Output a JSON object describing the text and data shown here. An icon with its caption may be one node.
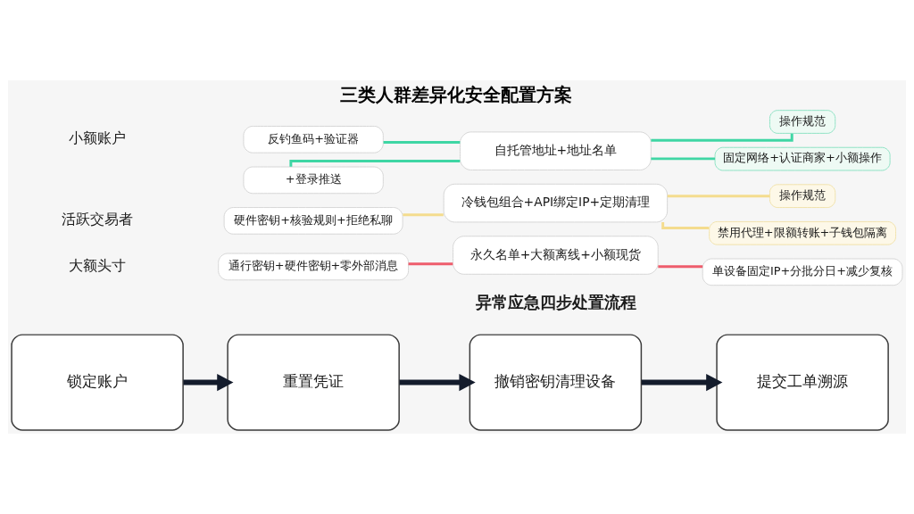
{
  "diagram": {
    "title": "三类人群差异化安全配置方案",
    "nodes": [
      {
        "text": [
          "反钓鱼码+验证器"
        ]
      },
      {
        "text": [
          "+登录推送"
        ]
      },
      {
        "text": [
          "自托管地址+地址名单"
        ]
      },
      {
        "text": [
          "操作规范"
        ]
      },
      {
        "text": [
          "固定网络+认证商家+小额操作"
        ]
      },
      {
        "text": [
          "硬件密钥+核验规则+拒绝私聊"
        ]
      },
      {
        "text": [
          "冷钱包组合+API绑定IP+定期清理"
        ]
      },
      {
        "text": [
          "操作规范"
        ]
      },
      {
        "text": [
          "禁用代理+限额转账+子钱包隔离"
        ]
      },
      {
        "text": [
          "通行密钥+硬件密钥+零外部消息"
        ]
      },
      {
        "text": [
          "永久名单+大额离线+小额现货"
        ]
      },
      {
        "text": [
          "单设备固定IP+分批分日+减少复核"
        ]
      },
      {
        "text": [
          "锁定账户"
        ]
      },
      {
        "text": [
          "重置凭证"
        ]
      },
      {
        "text": [
          "撤销密钥清理设备"
        ]
      },
      {
        "text": [
          "提交工单溯源"
        ]
      }
    ],
    "edges": [
      {
        "from": 0,
        "to": 2,
        "arrow": "none",
        "color": "#3fd6a4"
      },
      {
        "from": 1,
        "to": 2,
        "arrow": "none",
        "color": "#3fd6a4"
      },
      {
        "from": 2,
        "to": 3,
        "arrow": "none",
        "color": "#3fd6a4"
      },
      {
        "from": 2,
        "to": 4,
        "arrow": "none",
        "color": "#3fd6a4"
      },
      {
        "from": 5,
        "to": 6,
        "arrow": "none",
        "color": "#f4dc8e"
      },
      {
        "from": 6,
        "to": 7,
        "arrow": "none",
        "color": "#f4dc8e"
      },
      {
        "from": 6,
        "to": 8,
        "arrow": "none",
        "color": "#f4dc8e"
      },
      {
        "from": 9,
        "to": 10,
        "arrow": "none",
        "color": "#ee5d6c"
      },
      {
        "from": 10,
        "to": 11,
        "arrow": "none",
        "color": "#ee5d6c"
      },
      {
        "from": 12,
        "to": 13,
        "arrow": "to",
        "style": "thick",
        "color": "#141c2c"
      },
      {
        "from": 13,
        "to": 14,
        "arrow": "to",
        "style": "thick",
        "color": "#141c2c"
      },
      {
        "from": 14,
        "to": 15,
        "arrow": "to",
        "style": "thick",
        "color": "#141c2c"
      }
    ],
    "labels": [
      "小额账户",
      "活跃交易者",
      "大额头寸",
      "异常应急四步处置流程"
    ]
  }
}
